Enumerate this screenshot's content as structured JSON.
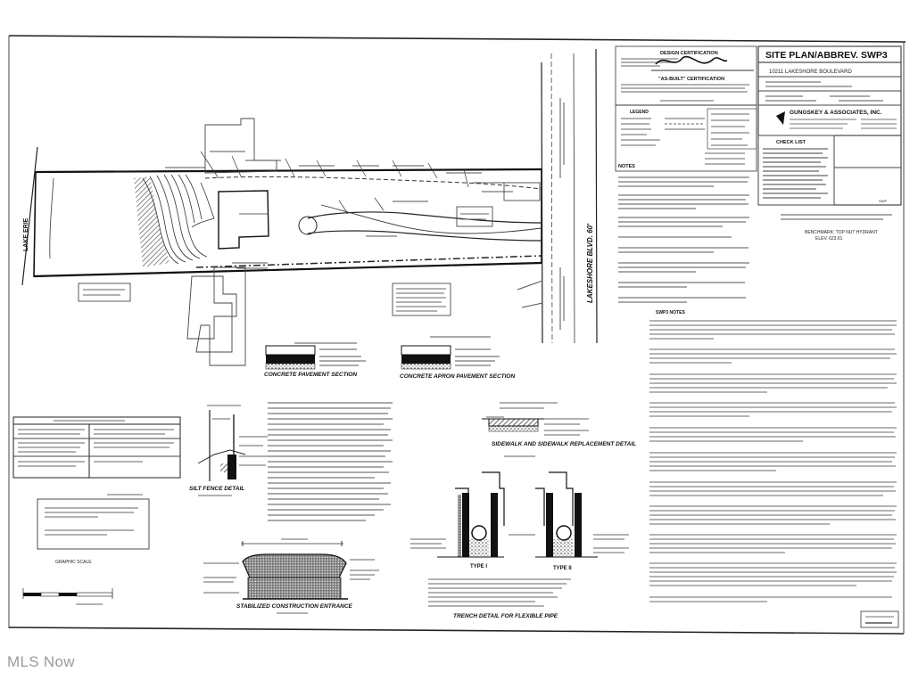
{
  "title_block": {
    "title": "SITE PLAN/ABBREV. SWP3",
    "address": "10211 LAKESHORE BOULEVARD",
    "firm": "GUNGSKEY & ASSOCIATES, INC."
  },
  "certs": {
    "design": "DESIGN CERTIFICATION",
    "asbuilt": "\"AS-BUILT\" CERTIFICATION",
    "legend": "LEGEND"
  },
  "labels": {
    "lake": "LAKE ERIE",
    "road": "LAKESHORE BLVD. 60'",
    "notes": "NOTES",
    "swp3": "SWP3 NOTES",
    "check": "CHECK LIST"
  },
  "details": {
    "concrete": "CONCRETE PAVEMENT SECTION",
    "apron": "CONCRETE APRON PAVEMENT SECTION",
    "silt": "SILT FENCE DETAIL",
    "sidewalk": "SIDEWALK AND SIDEWALK REPLACEMENT DETAIL",
    "entrance": "STABILIZED CONSTRUCTION ENTRANCE",
    "trench": "TRENCH DETAIL FOR FLEXIBLE PIPE",
    "type1": "TYPE I",
    "type2": "TYPE II",
    "scale": "GRAPHIC SCALE",
    "benchmark": "BENCHMARK: TOP NUT HYDRANT",
    "elev": "ELEV. 623.61"
  },
  "watermark": "MLS Now"
}
